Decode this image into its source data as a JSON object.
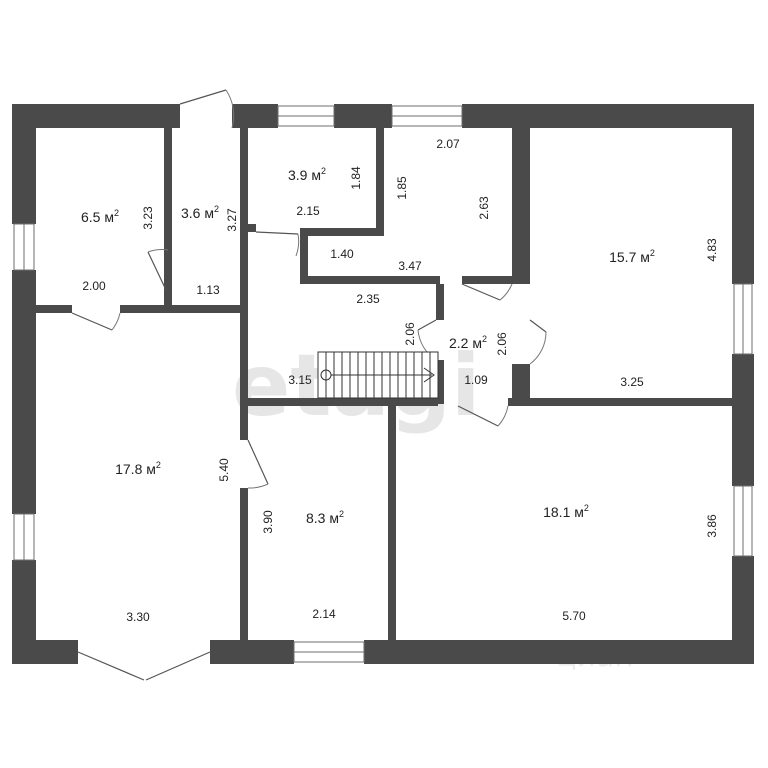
{
  "watermarks": {
    "etagi": "etagi",
    "cian": "циан"
  },
  "unit": "м",
  "unit_power": "2",
  "rooms": [
    {
      "id": "room-a",
      "area": "6.5"
    },
    {
      "id": "room-b",
      "area": "3.6"
    },
    {
      "id": "room-c",
      "area": "3.9"
    },
    {
      "id": "room-d",
      "area": "15.7"
    },
    {
      "id": "room-e",
      "area": "2.2"
    },
    {
      "id": "room-f",
      "area": "17.8"
    },
    {
      "id": "room-g",
      "area": "8.3"
    },
    {
      "id": "room-h",
      "area": "18.1"
    }
  ],
  "dimensions": [
    "3.23",
    "2.00",
    "3.27",
    "1.13",
    "1.84",
    "2.15",
    "2.07",
    "1.85",
    "2.63",
    "1.40",
    "3.47",
    "4.83",
    "3.25",
    "2.35",
    "2.06",
    "2.06",
    "3.15",
    "1.09",
    "5.40",
    "3.30",
    "3.90",
    "2.14",
    "3.86",
    "5.70"
  ]
}
